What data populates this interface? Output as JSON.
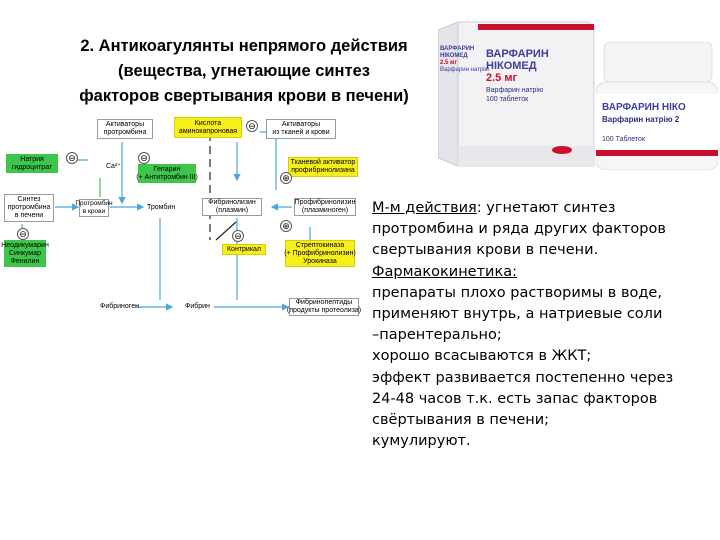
{
  "title": {
    "line1": "2. Антикоагулянты непрямого действия",
    "line2": "(вещества, угнетающие синтез",
    "line3": "факторов свертывания крови в печени)"
  },
  "diagram": {
    "activators_prothrombin": [
      "Активаторы",
      "протромбина"
    ],
    "aminocaproic": [
      "Кислота",
      "аминокапроновая"
    ],
    "activators_tissue": [
      "Активаторы",
      "из тканей и крови"
    ],
    "sodium_citrate": [
      "Натрия",
      "гидроцитрат"
    ],
    "ca": "Ca²⁺",
    "heparin": [
      "Гепарин",
      "(+ Антитромбин III)"
    ],
    "synthesis": [
      "Синтез",
      "протромбина",
      "в печени"
    ],
    "prothrombin": [
      "Протромбин",
      "в крови"
    ],
    "thrombin": "Тромбин",
    "fibrinolysin": [
      "Фибринолизин",
      "(плазмин)"
    ],
    "profibrinolysin": [
      "Профибринолизин",
      "(плазминоген)"
    ],
    "tissue_activator": [
      "Тканевой активатор",
      "профибринолизина"
    ],
    "contrical": "Контрикал",
    "streptokinase": [
      "Стрептокиназа",
      "(+ Профибринолизин)",
      "Урокиназа"
    ],
    "inhibitors": [
      "Неодикумарин",
      "Синкумар",
      "Фенилин"
    ],
    "fibrinogen": "Фибриноген",
    "fibrin": "Фибрин",
    "fibrinopeptides": [
      "Фибринопептиды",
      "(продукты протеолиза)"
    ],
    "minus": "⊖",
    "plus": "⊕"
  },
  "packages": {
    "box_name1": "ВАРФАРИН",
    "box_name2": "НІКОМЕД",
    "box_dose": "2.5 мг",
    "box_sub": "Варфарин натрію",
    "box_count": "100 таблеток",
    "side_name1": "ВАРФАРИН",
    "side_name2": "НІКОМЕД",
    "side_dose": "2.5 мг",
    "side_sub": "Варфарин натрію",
    "bottle_name": "ВАРФАРИН НІКО",
    "bottle_sub": "Варфарин натрію 2",
    "bottle_count": "100 Таблеток",
    "colors": {
      "red": "#c8102e",
      "blue": "#3a3f9b",
      "navy": "#2b2f7a"
    }
  },
  "description": {
    "mechanism_label": "М-м действия",
    "mechanism_text1": ": угнетают синтез",
    "line2": "протромбина  и ряда других факторов",
    "line3": "свертывания крови в печени.",
    "pharmacokinetics": "Фармакокинетика:",
    "line5": "препараты плохо растворимы в воде,",
    "line6": "применяют  внутрь, а  натриевые соли",
    "line7": "–парентерально;",
    "line8": "хорошо всасываются в ЖКТ;",
    "line9": "эффект развивается постепенно через",
    "line10": "24-48 часов т.к. есть запас факторов",
    "line11": "свёртывания в печени;",
    "line12": "кумулируют."
  }
}
